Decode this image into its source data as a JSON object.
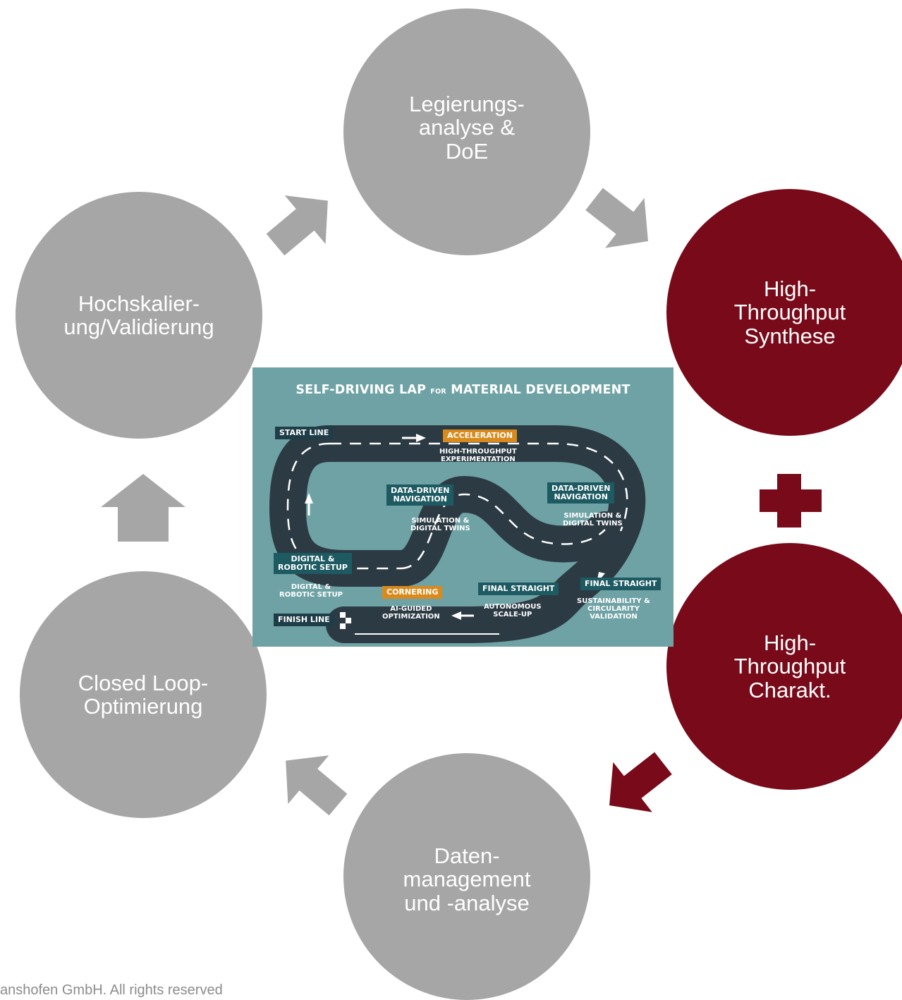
{
  "cycle": [
    {
      "label": "Legierungs-\nanalyse &\nDoE",
      "color": "#a6a6a6"
    },
    {
      "label": "High-\nThroughput\nSynthese",
      "color": "#780a1a"
    },
    {
      "label": "High-\nThroughput\nCharakt.",
      "color": "#780a1a"
    },
    {
      "label": "Daten-\nmanagement\nund -analyse",
      "color": "#a6a6a6"
    },
    {
      "label": "Closed Loop-\nOptimierung",
      "color": "#a6a6a6"
    },
    {
      "label": "Hochskalier-\nung/Validierung",
      "color": "#a6a6a6"
    }
  ],
  "plus_symbol": {
    "color": "#780a1a"
  },
  "track": {
    "title_main": "SELF-DRIVING LAP",
    "title_for": "FOR",
    "title_rest": "MATERIAL DEVELOPMENT",
    "start_line": "START LINE",
    "acceleration": "ACCELERATION",
    "acceleration_sub": "HIGH-THROUGHPUT\nEXPERIMENTATION",
    "nav_left": "DATA-DRIVEN\nNAVIGATION",
    "nav_left_sub": "SIMULATION &\nDIGITAL TWINS",
    "nav_right": "DATA-DRIVEN\nNAVIGATION",
    "nav_right_sub": "SIMULATION &\nDIGITAL TWINS",
    "digital_setup": "DIGITAL &\nROBOTIC SETUP",
    "digital_setup_sub": "DIGITAL &\nROBOTIC SETUP",
    "cornering": "CORNERING",
    "cornering_sub": "AI-GUIDED\nOPTIMIZATION",
    "final_straight_mid": "FINAL STRAIGHT",
    "final_straight_mid_sub": "AUTONOMOUS\nSCALE-UP",
    "final_straight_right": "FINAL STRAIGHT",
    "final_straight_right_sub": "SUSTAINABILITY &\nCIRCULARITY\nVALIDATION",
    "finish_line": "FINISH LINE"
  },
  "footer": "anshofen GmbH. All rights reserved"
}
